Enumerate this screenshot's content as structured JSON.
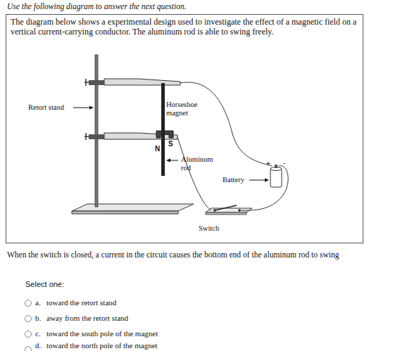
{
  "diagram": {
    "nodes": [
      {
        "text": [
          "The diagram below shows a experimental design used to investigate the effect of a magnetic field on a vertical current-carrying conductor. The aluminum rod is able to swing freely."
        ]
      }
    ],
    "labels": [
      "Use the following diagram to answer the next question.",
      "Retort stand",
      "Horseshoe magnet",
      "S",
      "N",
      "Aluminum rod",
      "Battery",
      "+",
      "-",
      "Switch",
      "When the switch is closed, a current in the circuit causes the bottom end of the aluminum rod to swing",
      "Select one:",
      "a.",
      "toward the retort stand",
      "b.",
      "away from the retort stand",
      "c.",
      "toward the south pole of the magnet",
      "d.",
      "toward the north pole of the magnet"
    ]
  }
}
